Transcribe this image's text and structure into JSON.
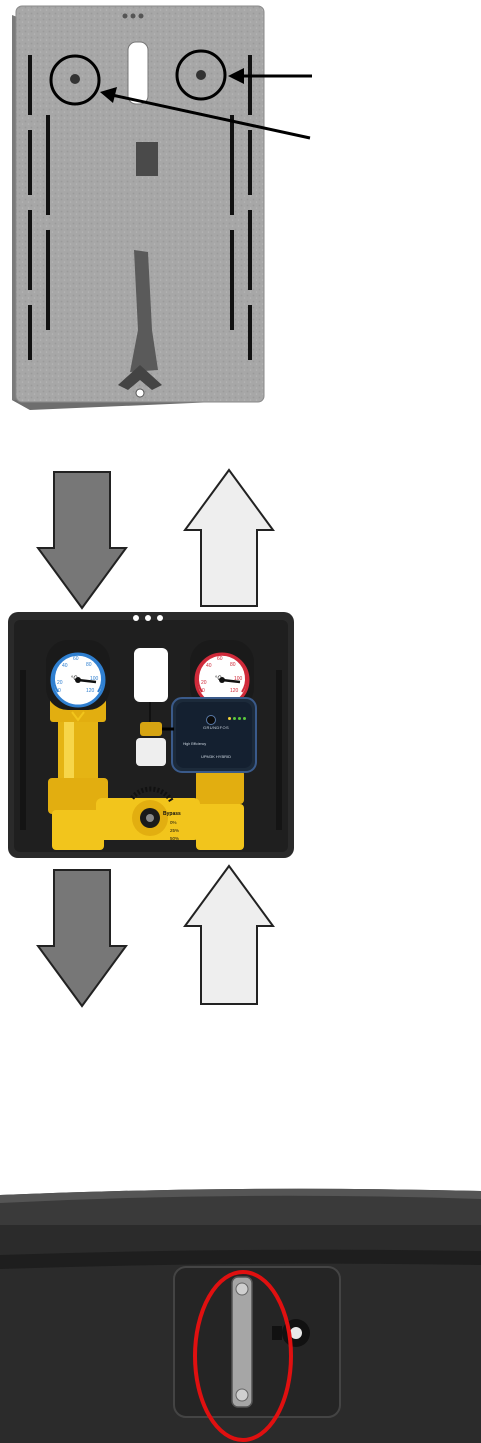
{
  "colors": {
    "insulation": "#a9a9a9",
    "insulation_dark": "#7d7d7d",
    "housing": "#2b2b2b",
    "brass": "#f2c51c",
    "flow_arrow": "#777777",
    "return_arrow": "#eeeeee",
    "cold_gauge": "#2f7fd0",
    "hot_gauge": "#d02a3a",
    "highlight_ring": "#e01010",
    "pump_face": "#1c2a3a"
  },
  "gauges": {
    "cold": {
      "unit": "°C",
      "scale": [
        "0",
        "20",
        "40",
        "60",
        "80",
        "100",
        "120"
      ]
    },
    "hot": {
      "unit": "°C",
      "scale": [
        "0",
        "20",
        "40",
        "60",
        "80",
        "100",
        "120"
      ]
    }
  },
  "pump": {
    "brand": "GRUNDFOS",
    "model_line": "UPM3K HYBRID",
    "mode_label": "High Efficiency",
    "led_colors": [
      "#f3d23a",
      "#5ac83c",
      "#5ac83c",
      "#5ac83c"
    ]
  },
  "valve": {
    "label_top": "Bypass",
    "marks": [
      "0%",
      "25%",
      "50%"
    ]
  },
  "icons": {
    "down": "arrow-down-icon",
    "up": "arrow-up-icon",
    "pointer": "pointer-arrow-icon",
    "ring": "highlight-ring-icon"
  }
}
